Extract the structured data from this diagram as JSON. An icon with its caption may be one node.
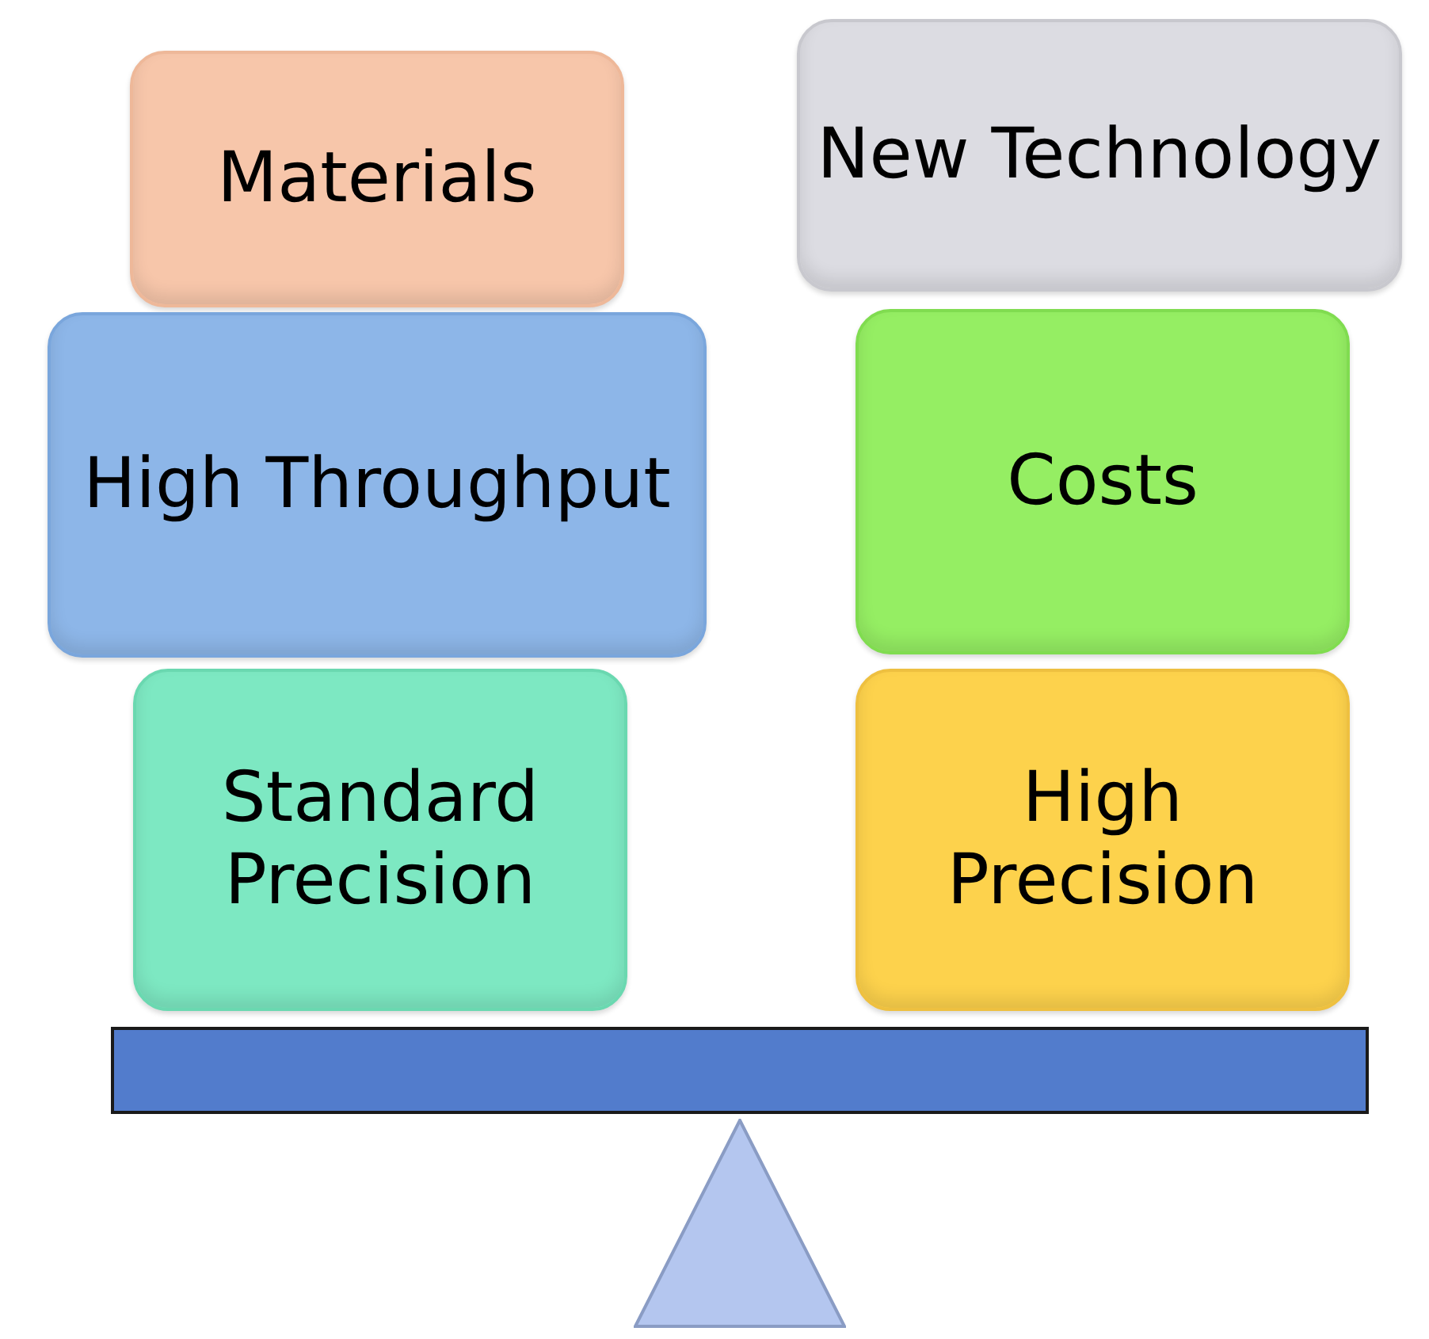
{
  "diagram": {
    "nodes": [
      {
        "text": [
          "Materials"
        ]
      },
      {
        "text": [
          "New Technology"
        ]
      },
      {
        "text": [
          "High Throughput"
        ]
      },
      {
        "text": [
          "Costs"
        ]
      },
      {
        "text": [
          "Standard Precision"
        ]
      },
      {
        "text": [
          "High Precision"
        ]
      },
      {
        "text": [],
        "shape": "bar"
      },
      {
        "text": [],
        "shape": "triangle"
      }
    ]
  }
}
